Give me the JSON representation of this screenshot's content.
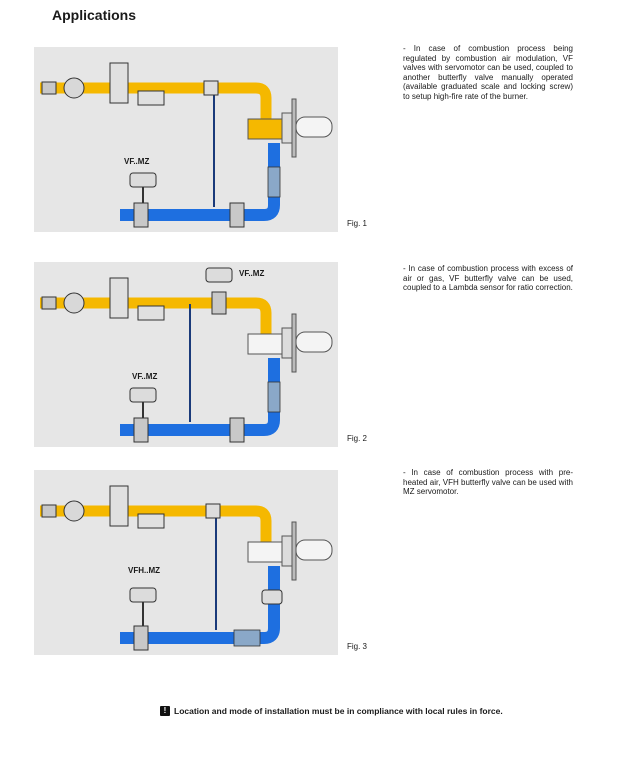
{
  "page": {
    "title": "Applications"
  },
  "figures": [
    {
      "id": "fig1",
      "label": "Fig. 1",
      "valve_labels": [
        "VF..MZ"
      ],
      "text": "- In case of combustion process being regulated by combustion air modulation, VF valves with servomotor can be used, coupled to another butterfly valve manually operated (available graduated scale and locking screw) to setup high-fire rate of the burner."
    },
    {
      "id": "fig2",
      "label": "Fig. 2",
      "valve_labels": [
        "VF..MZ",
        "VF..MZ"
      ],
      "text": "- In case of combustion process with excess of air or gas, VF butterfly valve can be used, coupled to a Lambda sensor for ratio correction."
    },
    {
      "id": "fig3",
      "label": "Fig. 3",
      "valve_labels": [
        "VFH..MZ"
      ],
      "text": "- In case of combustion process with pre-heated air, VFH butterfly valve can be used with MZ servomotor."
    }
  ],
  "footer": {
    "icon": "warning-icon",
    "note": "Location and mode of installation must be in compliance with local rules in force."
  },
  "colors": {
    "gas_pipe": "#f5b800",
    "air_pipe": "#1e6fe0",
    "panel_bg": "#e6e6e6",
    "control_line": "#1a3a7a"
  }
}
